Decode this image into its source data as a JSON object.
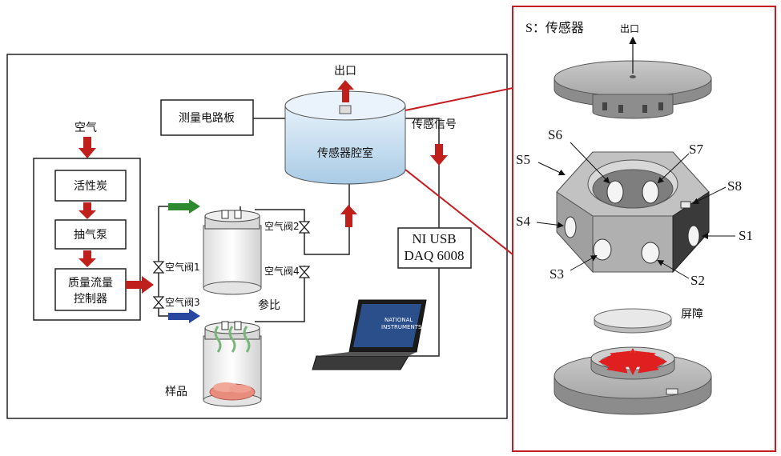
{
  "system": {
    "air": "空气",
    "activated_carbon": "活性炭",
    "pump": "抽气泵",
    "mfc_line1": "质量流量",
    "mfc_line2": "控制器",
    "valve1": "空气阀1",
    "valve2": "空气阀2",
    "valve3": "空气阀3",
    "valve4": "空气阀4",
    "reference": "参比",
    "sample": "样品",
    "board": "测量电路板",
    "chamber": "传感器腔室",
    "outlet": "出口",
    "signal": "传感信号",
    "daq_line1": "NI USB",
    "daq_line2": "DAQ 6008",
    "laptop_brand1": "NATIONAL",
    "laptop_brand2": "INSTRUMENTS"
  },
  "sensor_panel": {
    "title": "S：传感器",
    "outlet": "出口",
    "shield": "屏障",
    "labels": {
      "s1": "S1",
      "s2": "S2",
      "s3": "S3",
      "s4": "S4",
      "s5": "S5",
      "s6": "S6",
      "s7": "S7",
      "s8": "S8"
    }
  },
  "colors": {
    "arrow_red": "#c0201c",
    "arrow_green": "#2e8a2e",
    "arrow_blue": "#2848a0",
    "frame_red": "#c41e24",
    "chamber_blue": "#b9d6ec",
    "metal_gray": "#9b9b9b"
  }
}
